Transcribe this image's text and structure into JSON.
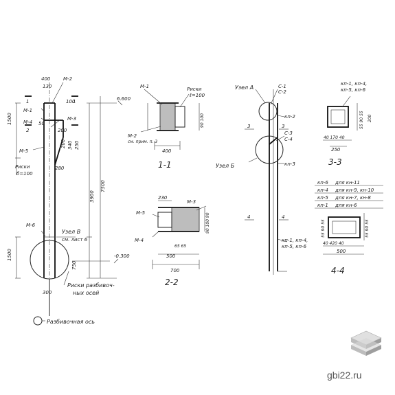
{
  "labels": {
    "dim_400": "400",
    "dim_130": "130",
    "m2_top": "М-2",
    "sec1_left": "1",
    "sec1_right": "1",
    "m1": "М-1",
    "m4": "М-4",
    "sec2_left": "2",
    "m3": "М-3",
    "dim_1500a": "1500",
    "dim_50a": "50",
    "dim_200": "200",
    "dim_100": "100",
    "m5": "М-5",
    "dim_200b": "200",
    "dim_340": "340",
    "dim_250": "250",
    "risks_b100_a": "Риски",
    "risks_b100_b": "б=100",
    "dim_280": "280",
    "dim_3900": "3900",
    "dim_7500": "7500",
    "elev_6600": "6.600",
    "m6": "М-6",
    "uzel_v": "Узел В",
    "sm_list6": "см. лист 6",
    "dim_1500b": "1500",
    "dim_750": "750",
    "elev_0300": "-0.300",
    "dim_300": "300",
    "risks_axis_a": "Риски разбивоч-",
    "risks_axis_b": "ных осей",
    "axis_label": "Разбивочная ось",
    "s11_m1": "М-1",
    "s11_riski": "Риски",
    "s11_l100": "ℓ=100",
    "s11_m2": "М-2",
    "s11_prim": "см. прим. п. 3",
    "s11_400": "400",
    "s11_title": "1-1",
    "s11_dims": "90 100",
    "s22_230": "230",
    "s22_m5": "М-5",
    "s22_m3": "М-3",
    "s22_m4": "М-4",
    "s22_6565": "65 65",
    "s22_500": "500",
    "s22_700": "700",
    "s22_title": "2-2",
    "s22_dims": "90 100 90",
    "uzel_a": "Узел А",
    "c1": "С-1",
    "c2": "С-2",
    "kp2": "кп-2",
    "sec3a": "3",
    "sec3b": "3",
    "c3": "С-3",
    "c4": "С-4",
    "uzel_b": "Узел Б",
    "kp3": "кп-3",
    "sec4a": "4",
    "sec4b": "4",
    "kp14": "кп-1, кп-4,",
    "kp56": "кп-5, кп-6",
    "s33_kp14": "кп-1, кп-4,",
    "s33_kp56": "кп-5, кп-6",
    "s33_dims": "55 90 55",
    "s33_200": "200",
    "s33_bottom": "40 170 40",
    "s33_250": "250",
    "s33_title": "3-3",
    "legend": [
      {
        "code": "кп-6",
        "text": "для кн-11"
      },
      {
        "code": "кп-4",
        "text": "для кн-9, кн-10"
      },
      {
        "code": "кп-5",
        "text": "для кн-7, кн-8"
      },
      {
        "code": "кп-1",
        "text": "для кн-6"
      }
    ],
    "s44_dims": "55 90 55",
    "s44_bottom": "40 420 40",
    "s44_500": "500",
    "s44_title": "4-4",
    "s44_left": "55 90 55"
  },
  "watermark": "gbi22.ru"
}
